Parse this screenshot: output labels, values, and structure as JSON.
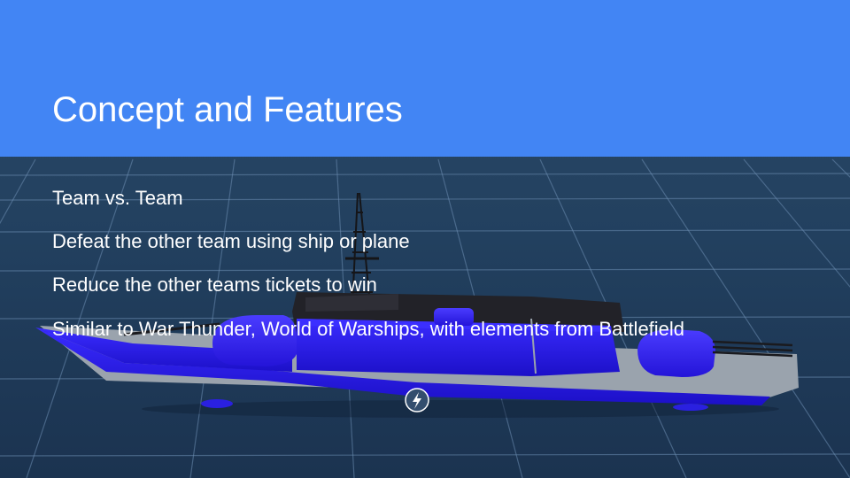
{
  "slide": {
    "title": "Concept and Features",
    "bullets": [
      "Team vs. Team",
      "Defeat the other team using ship or plane",
      "Reduce the other teams tickets to win",
      "Similar to War Thunder, World of Warships, with elements from Battlefield"
    ]
  },
  "colors": {
    "header": "#4285f4",
    "background": "#1f3a57",
    "grid": "#5d7fa3",
    "hull": "#2b1cf0",
    "deck": "#9aa3ad",
    "superstructure": "#1e1e24",
    "text": "#ffffff"
  },
  "icons": [
    "warship-model",
    "lightning-badge-icon"
  ]
}
